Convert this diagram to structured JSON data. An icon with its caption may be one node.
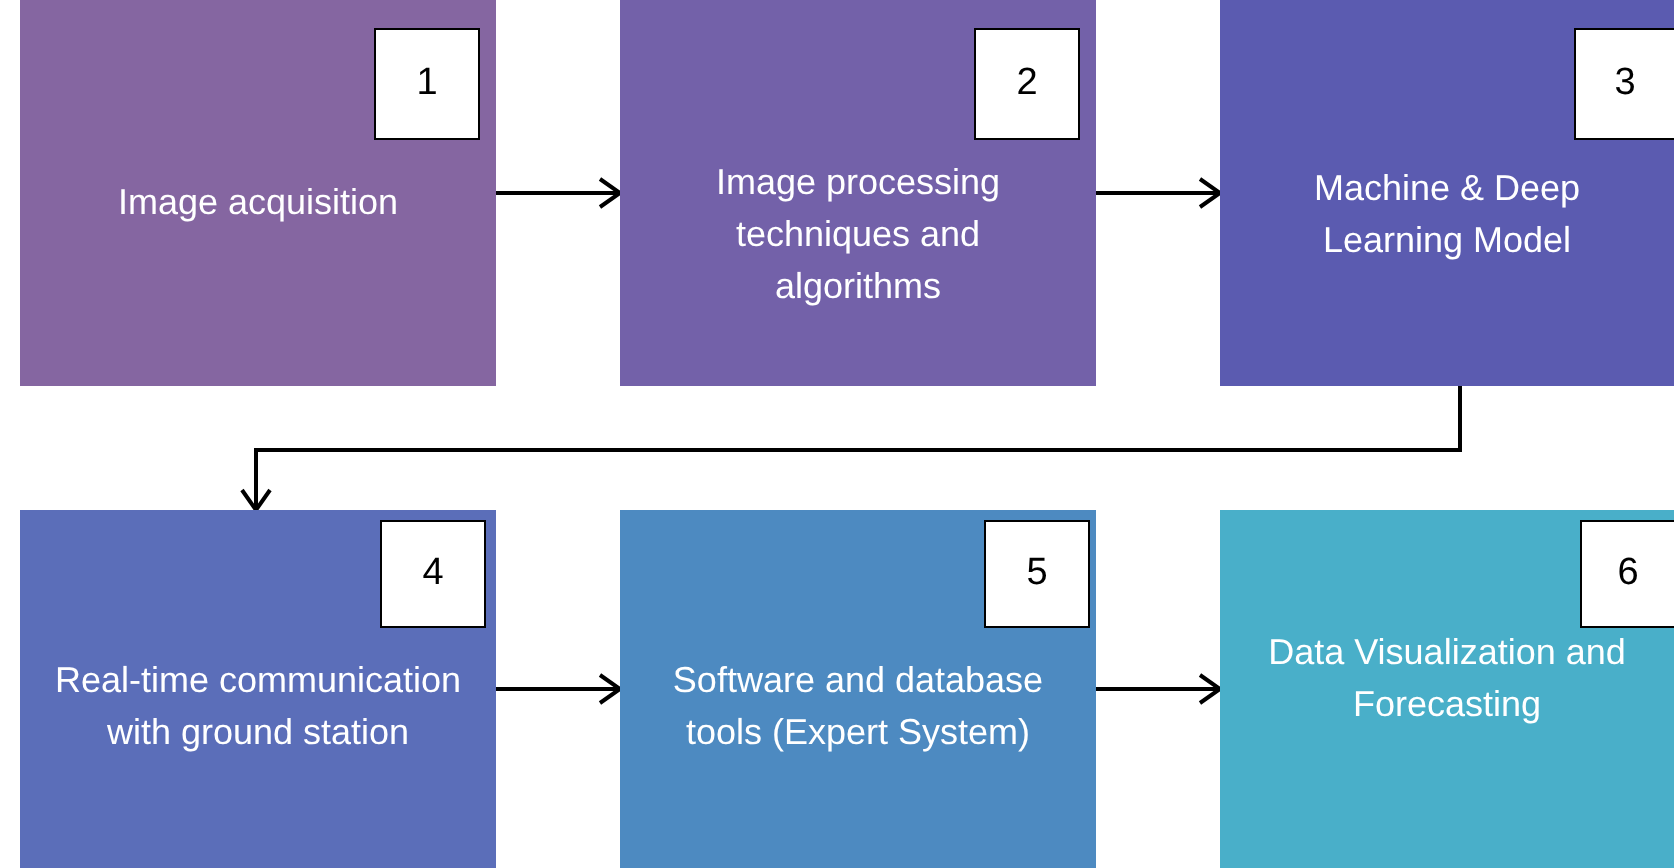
{
  "diagram": {
    "nodes": [
      {
        "text": [
          "Image acquisition"
        ]
      },
      {
        "text": [
          "1"
        ],
        "in": 0
      },
      {
        "text": [
          "Image processing techniques and algorithms"
        ]
      },
      {
        "text": [
          "2"
        ],
        "in": 2
      },
      {
        "text": [
          "Machine & Deep Learning Model"
        ]
      },
      {
        "text": [
          "3"
        ],
        "in": 4
      },
      {
        "text": [
          "Real-time communication with ground station"
        ]
      },
      {
        "text": [
          "4"
        ],
        "in": 6
      },
      {
        "text": [
          "Software and database tools (Expert System)"
        ]
      },
      {
        "text": [
          "5"
        ],
        "in": 8
      },
      {
        "text": [
          "Data Visualization and Forecasting"
        ]
      },
      {
        "text": [
          "6"
        ],
        "in": 10
      }
    ],
    "edges": [
      {
        "from": 0,
        "to": 2,
        "arrow": "to"
      },
      {
        "from": 2,
        "to": 4,
        "arrow": "to"
      },
      {
        "from": 4,
        "to": 6,
        "arrow": "to"
      },
      {
        "from": 6,
        "to": 8,
        "arrow": "to"
      },
      {
        "from": 8,
        "to": 10,
        "arrow": "to"
      }
    ]
  }
}
